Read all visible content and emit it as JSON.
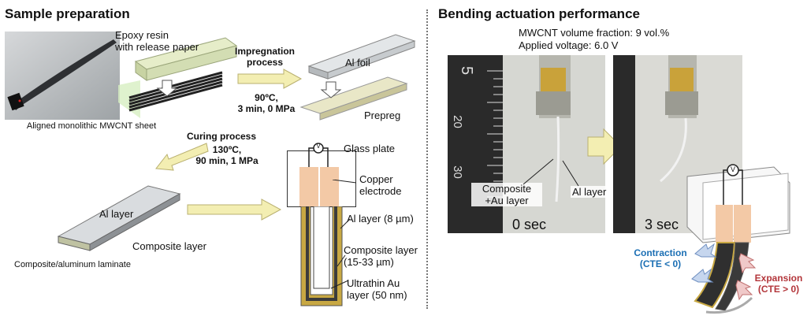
{
  "left": {
    "title": "Sample preparation",
    "photo_caption": "Aligned monolithic MWCNT sheet",
    "epoxy_label": "Epoxy resin\nwith release paper",
    "impregnation": {
      "title": "Impregnation\nprocess",
      "conditions": "90ºC,\n3 min, 0 MPa"
    },
    "al_foil": "Al foil",
    "prepreg": "Prepreg",
    "curing": {
      "title": "Curing process",
      "conditions": "130ºC,\n90 min, 1 MPa"
    },
    "al_layer": "Al layer",
    "composite_layer": "Composite layer",
    "laminate": "Composite/aluminum laminate",
    "voltmeter": "V",
    "glass_plate": "Glass plate",
    "copper_electrode": "Copper\nelectrode",
    "al_layer_thickness": "Al layer (8 µm)",
    "composite_layer_thickness": "Composite layer\n(15-33 µm)",
    "au_layer": "Ultrathin Au\nlayer (50 nm)"
  },
  "right": {
    "title": "Bending actuation performance",
    "fraction": "MWCNT volume fraction: 9 vol.%",
    "voltage": "Applied voltage: 6.0 V",
    "ruler_numbers": [
      "5",
      "20",
      "30"
    ],
    "composite_au": "Composite\n+Au layer",
    "al_layer": "Al layer",
    "t0": "0 sec",
    "t1": "3 sec",
    "voltmeter": "V",
    "contraction": "Contraction\n(CTE < 0)",
    "expansion": "Expansion\n(CTE > 0)"
  },
  "colors": {
    "contraction": "#1b6fb4",
    "expansion": "#b3353a",
    "copper": "#f3c9a6",
    "arrow": "#f3eeb2"
  }
}
